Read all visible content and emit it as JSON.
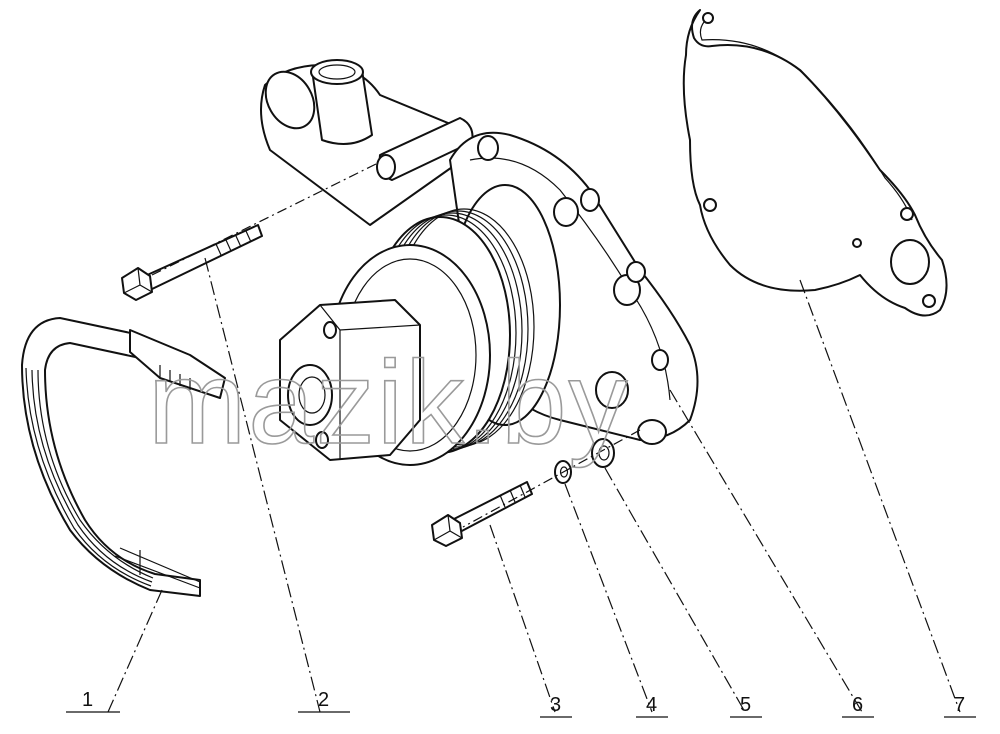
{
  "watermark": "mazik.by",
  "callouts": [
    {
      "id": "1",
      "label": "1"
    },
    {
      "id": "2",
      "label": "2"
    },
    {
      "id": "3",
      "label": "3"
    },
    {
      "id": "4",
      "label": "4"
    },
    {
      "id": "5",
      "label": "5"
    },
    {
      "id": "6",
      "label": "6"
    },
    {
      "id": "7",
      "label": "7"
    }
  ]
}
